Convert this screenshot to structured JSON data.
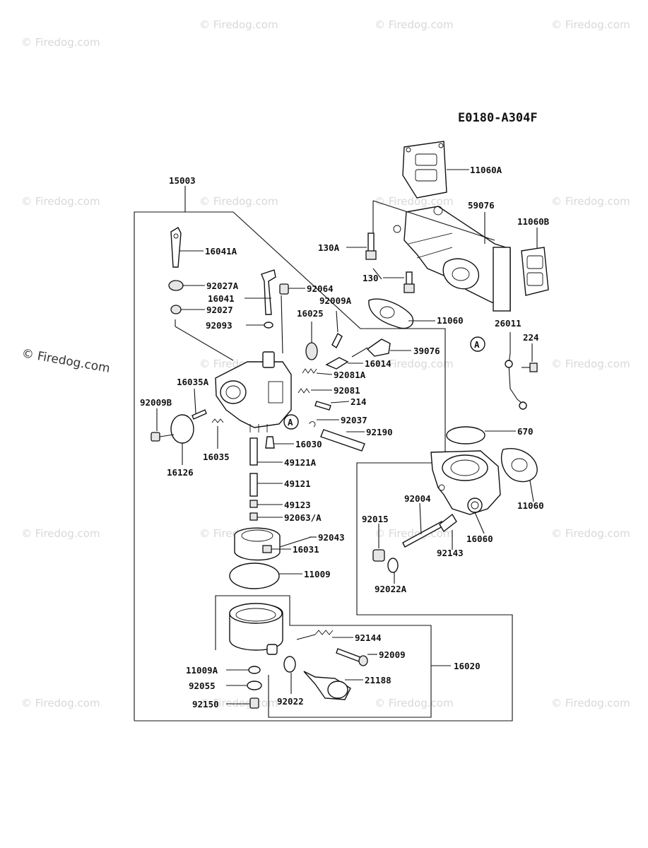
{
  "diagram_code": "E0180-A304F",
  "watermark": "© Firedog.com",
  "part_numbers": {
    "p11060A": "11060A",
    "p59076": "59076",
    "p11060B": "11060B",
    "p15003": "15003",
    "p16041A": "16041A",
    "p130A": "130A",
    "p130": "130",
    "p92027A": "92027A",
    "p92064": "92064",
    "p16041": "16041",
    "p92027": "92027",
    "p92009A": "92009A",
    "p16025": "16025",
    "p11060_top": "11060",
    "p92093": "92093",
    "p26011": "26011",
    "p224": "224",
    "p39076": "39076",
    "p16014": "16014",
    "p92081A": "92081A",
    "p16035A": "16035A",
    "p92081": "92081",
    "p214": "214",
    "p92009B": "92009B",
    "p92037": "92037",
    "p670": "670",
    "p92190": "92190",
    "p16030": "16030",
    "p16035": "16035",
    "p16126": "16126",
    "p49121A": "49121A",
    "p49121": "49121",
    "p11060_right": "11060",
    "p92004": "92004",
    "p49123": "49123",
    "p92015": "92015",
    "p92063A": "92063/A",
    "p16060": "16060",
    "p92043": "92043",
    "p92143": "92143",
    "p16031": "16031",
    "p11009": "11009",
    "p92022A": "92022A",
    "p92144": "92144",
    "p92009": "92009",
    "p16020": "16020",
    "p11009A": "11009A",
    "p21188": "21188",
    "p92055": "92055",
    "p92022": "92022",
    "p92150": "92150"
  },
  "reference_markers": {
    "marker_a": "A"
  }
}
